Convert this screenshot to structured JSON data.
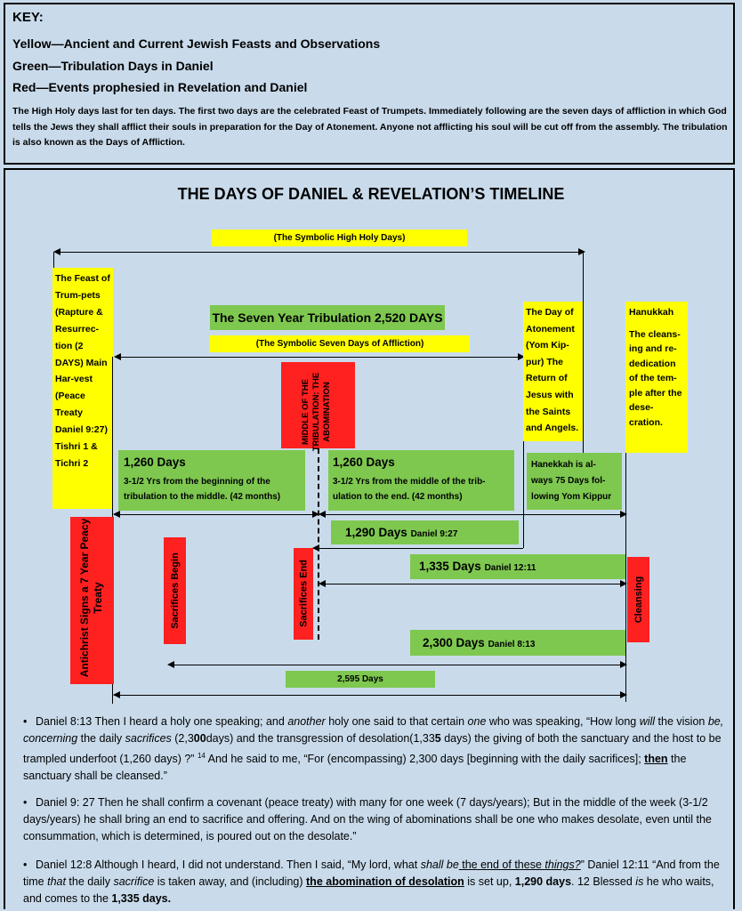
{
  "key": {
    "title": "KEY:",
    "lines": [
      "Yellow—Ancient and Current Jewish Feasts and Observations",
      "Green—Tribulation Days in Daniel",
      "Red—Events prophesied in Revelation and Daniel"
    ],
    "paragraph": "The High Holy days last for ten days. The first two days are the celebrated Feast of Trumpets. Immediately following are the seven days of affliction in which God tells the Jews they shall afflict their souls in preparation for the Day of Atonement. Anyone not afflicting his soul will be cut off from the assembly. The tribulation is also known as the Days of Affliction."
  },
  "timeline": {
    "title": "THE DAYS OF DANIEL & REVELATION’S TIMELINE",
    "high_holy": "(The Symbolic High Holy Days)",
    "trumpets": "The Feast of Trum-pets (Rapture & Resurrec-tion (2 DAYS) Main Har-vest (Peace Treaty Daniel 9:27) Tishri 1 & Tichri 2",
    "seven_year": "The Seven Year Tribulation 2,520 DAYS",
    "affliction": "(The Symbolic Seven Days of Affliction)",
    "middle": "MIDDLE OF THE TRIBULATION: THE ABOMINATION",
    "atonement": "The Day of Atonement (Yom Kip-pur) The Return of Jesus with the Saints and Angels.",
    "hanukkah_title": "Hanukkah",
    "hanukkah_body": "The cleans-ing and re-dedication of the tem-ple after the dese-cration.",
    "first_half_title": "1,260 Days",
    "first_half_body": "3-1/2 Yrs from the beginning of the tribulation to the middle. (42 months)",
    "second_half_title": "1,260 Days",
    "second_half_body": "3-1/2 Yrs from the middle of the trib-ulation to the end. (42 months)",
    "hanekkah_note": "Hanekkah is al-ways 75 Days fol-lowing Yom Kippur",
    "d1290": "1,290 Days",
    "d1290_ref": "Daniel 9:27",
    "d1335": "1,335 Days",
    "d1335_ref": "Daniel 12:11",
    "d2300": "2,300 Days",
    "d2300_ref": "Daniel 8:13",
    "d2595": "2,595 Days",
    "antichrist": "Antichrist Signs a 7 Year Peacy Treaty",
    "sacrifices_begin": "Sacrifices Begin",
    "sacrifices_end": "Sacrifices End",
    "cleansing": "Cleansing"
  },
  "verses": {
    "v1_a": "Daniel 8:13 Then I heard a holy one speaking; and ",
    "v1_b": "another",
    "v1_c": " holy one said to that certain ",
    "v1_d": "one",
    "v1_e": " who was speaking, “How long ",
    "v1_f": "will",
    "v1_g": " the vision ",
    "v1_h": "be, concerning",
    "v1_i": " the daily ",
    "v1_j": "sacrifices",
    "v1_k": " (2,3",
    "v1_l": "00",
    "v1_m": "days) and the transgression of desolation(1,33",
    "v1_n": "5",
    "v1_o": " days) the giving of both the sanctuary and the host to be trampled underfoot (1,260 days) ?” ",
    "v1_sup": "14",
    "v1_p": " And he said to me, “For (encompassing) 2,300 days [beginning with the daily sacrifices]; ",
    "v1_q": "then",
    "v1_r": " the sanctuary shall be cleansed.”",
    "v2": "Daniel 9: 27 Then he shall confirm a covenant (peace treaty) with many for one week (7 days/years); But in the middle of the week (3-1/2 days/years) he shall bring an end to sacrifice and offering. And on the wing of abominations shall be one who makes desolate, even until the consummation, which is determined, is poured out on the desolate.”",
    "v3_a": "Daniel 12:8 Although I heard, I did not understand. Then I said, “My lord, what ",
    "v3_b": "shall be",
    "v3_c": " the end of these ",
    "v3_d": "things?",
    "v3_e": "” Daniel 12:11 “And from the time ",
    "v3_f": "that",
    "v3_g": " the daily ",
    "v3_h": "sacrifice",
    "v3_i": " is taken away, and (including) ",
    "v3_j": "the abomination of desolation",
    "v3_k": " is set up, ",
    "v3_l": "1,290 days",
    "v3_m": ". 12 Blessed ",
    "v3_n": "is",
    "v3_o": " he who waits, and comes to the ",
    "v3_p": "1,335 days."
  }
}
